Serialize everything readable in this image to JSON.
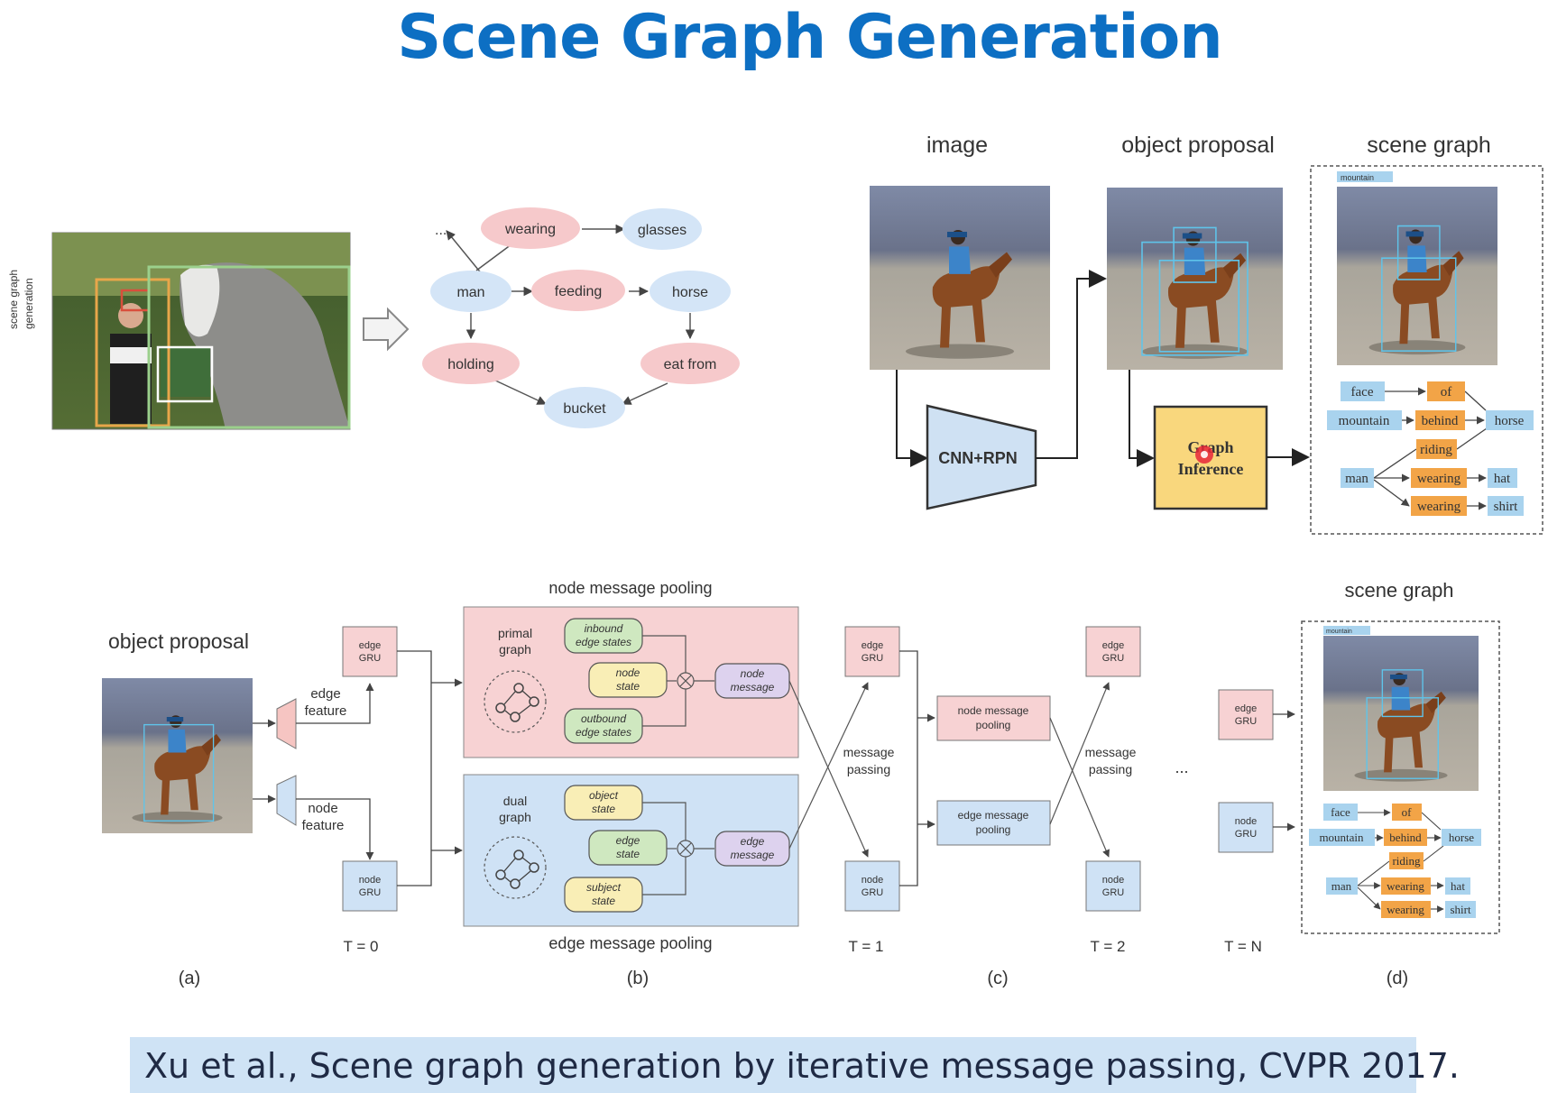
{
  "slide": {
    "title": "Scene Graph Generation",
    "citation": "Xu et al., Scene graph generation by iterative message passing, CVPR 2017."
  },
  "teaser": {
    "side_label_line1": "scene graph",
    "side_label_line2": "generation",
    "ellipsis": "...",
    "nodes": {
      "man": "man",
      "horse": "horse",
      "bucket": "bucket",
      "glasses": "glasses",
      "wearing": "wearing",
      "feeding": "feeding",
      "holding": "holding",
      "eat_from": "eat from"
    }
  },
  "pipeline": {
    "header_image": "image",
    "header_object_proposal": "object proposal",
    "header_scene_graph": "scene graph",
    "cnn_rpn": "CNN+RPN",
    "graph_inference_line1": "Graph",
    "graph_inference_line2": "Inference",
    "sg_image_label": "mountain",
    "sg_nodes": {
      "face": "face",
      "of": "of",
      "mountain": "mountain",
      "behind": "behind",
      "horse": "horse",
      "riding": "riding",
      "man": "man",
      "wearing_1": "wearing",
      "hat": "hat",
      "wearing_2": "wearing",
      "shirt": "shirt"
    }
  },
  "model": {
    "object_proposal": "object proposal",
    "edge_feature_line1": "edge",
    "edge_feature_line2": "feature",
    "node_feature_line1": "node",
    "node_feature_line2": "feature",
    "edge_gru_line1": "edge",
    "edge_gru_line2": "GRU",
    "node_gru_line1": "node",
    "node_gru_line2": "GRU",
    "node_message_pooling": "node message pooling",
    "edge_message_pooling": "edge message pooling",
    "primal_graph_line1": "primal",
    "primal_graph_line2": "graph",
    "dual_graph_line1": "dual",
    "dual_graph_line2": "graph",
    "inbound_line1": "inbound",
    "inbound_line2": "edge states",
    "node_state_line1": "node",
    "node_state_line2": "state",
    "outbound_line1": "outbound",
    "outbound_line2": "edge states",
    "object_state_line1": "object",
    "object_state_line2": "state",
    "edge_state_line1": "edge",
    "edge_state_line2": "state",
    "subject_state_line1": "subject",
    "subject_state_line2": "state",
    "node_message_line1": "node",
    "node_message_line2": "message",
    "edge_message_line1": "edge",
    "edge_message_line2": "message",
    "message_passing_line1": "message",
    "message_passing_line2": "passing",
    "small_node_pool_line1": "node message",
    "small_node_pool_line2": "pooling",
    "small_edge_pool_line1": "edge message",
    "small_edge_pool_line2": "pooling",
    "ellipsis": "...",
    "t0": "T = 0",
    "t1": "T = 1",
    "t2": "T = 2",
    "tn": "T = N",
    "scene_graph": "scene graph",
    "sg_image_label": "mountain",
    "sg_nodes": {
      "face": "face",
      "of": "of",
      "mountain": "mountain",
      "behind": "behind",
      "horse": "horse",
      "riding": "riding",
      "man": "man",
      "wearing_1": "wearing",
      "hat": "hat",
      "wearing_2": "wearing",
      "shirt": "shirt"
    },
    "panel_a": "(a)",
    "panel_b": "(b)",
    "panel_c": "(c)",
    "panel_d": "(d)"
  },
  "colors": {
    "title": "#0d6fc3",
    "object_node": "#d4e5f7",
    "relation_node": "#f6c9cb",
    "sg_object": "#a9d3ee",
    "sg_relation": "#f2a447",
    "graph_inference": "#f9d77d",
    "pink_panel": "#f7d2d3",
    "blue_panel": "#cfe2f5",
    "citation_bar": "#cfe3f5"
  }
}
